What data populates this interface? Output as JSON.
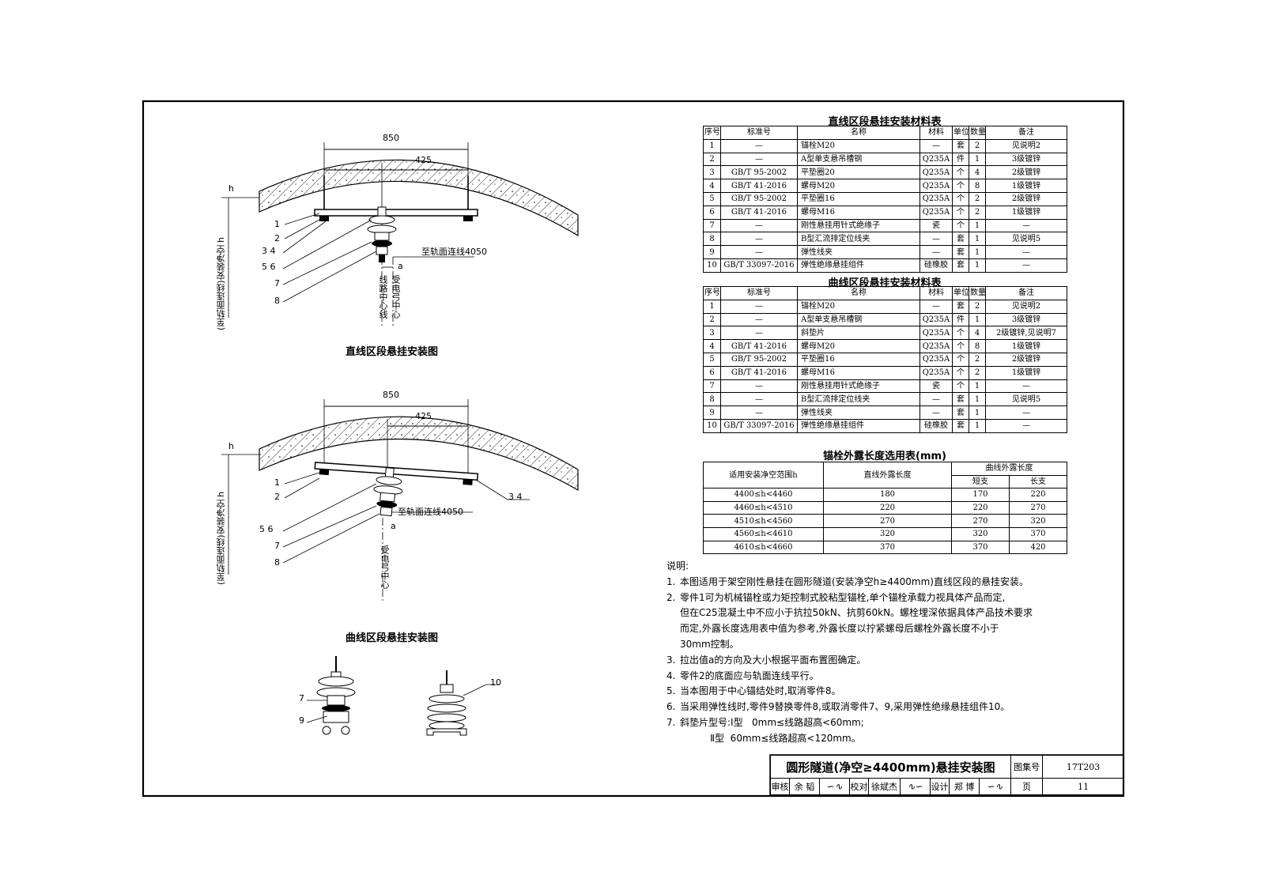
{
  "straight_table": {
    "title": "直线区段悬挂安装材料表",
    "headers": [
      "序号",
      "标准号",
      "名称",
      "材料",
      "单位",
      "数量",
      "备注"
    ],
    "rows": [
      [
        "1",
        "—",
        "锚栓M20",
        "—",
        "套",
        "2",
        "见说明2"
      ],
      [
        "2",
        "—",
        "A型单支悬吊槽钢",
        "Q235A",
        "件",
        "1",
        "3级镀锌"
      ],
      [
        "3",
        "GB/T 95-2002",
        "平垫圈20",
        "Q235A",
        "个",
        "4",
        "2级镀锌"
      ],
      [
        "4",
        "GB/T 41-2016",
        "螺母M20",
        "Q235A",
        "个",
        "8",
        "1级镀锌"
      ],
      [
        "5",
        "GB/T 95-2002",
        "平垫圈16",
        "Q235A",
        "个",
        "2",
        "2级镀锌"
      ],
      [
        "6",
        "GB/T 41-2016",
        "螺母M16",
        "Q235A",
        "个",
        "2",
        "1级镀锌"
      ],
      [
        "7",
        "—",
        "刚性悬挂用针式绝缘子",
        "瓷",
        "个",
        "1",
        "—"
      ],
      [
        "8",
        "—",
        "B型汇流排定位线夹",
        "—",
        "套",
        "1",
        "见说明5"
      ],
      [
        "9",
        "—",
        "弹性线夹",
        "—",
        "套",
        "1",
        "—"
      ],
      [
        "10",
        "GB/T 33097-2016",
        "弹性绝缘悬挂组件",
        "硅橡胶",
        "套",
        "1",
        "—"
      ]
    ]
  },
  "curve_table": {
    "title": "曲线区段悬挂安装材料表",
    "headers": [
      "序号",
      "标准号",
      "名称",
      "材料",
      "单位",
      "数量",
      "备注"
    ],
    "rows": [
      [
        "1",
        "—",
        "锚栓M20",
        "—",
        "套",
        "2",
        "见说明2"
      ],
      [
        "2",
        "—",
        "A型单支悬吊槽钢",
        "Q235A",
        "件",
        "1",
        "3级镀锌"
      ],
      [
        "3",
        "—",
        "斜垫片",
        "Q235A",
        "个",
        "4",
        "2级镀锌,见说明7"
      ],
      [
        "4",
        "GB/T 41-2016",
        "螺母M20",
        "Q235A",
        "个",
        "8",
        "1级镀锌"
      ],
      [
        "5",
        "GB/T 95-2002",
        "平垫圈16",
        "Q235A",
        "个",
        "2",
        "2级镀锌"
      ],
      [
        "6",
        "GB/T 41-2016",
        "螺母M16",
        "Q235A",
        "个",
        "2",
        "1级镀锌"
      ],
      [
        "7",
        "—",
        "刚性悬挂用针式绝缘子",
        "瓷",
        "个",
        "1",
        "—"
      ],
      [
        "8",
        "—",
        "B型汇流排定位线夹",
        "—",
        "套",
        "1",
        "见说明5"
      ],
      [
        "9",
        "—",
        "弹性线夹",
        "—",
        "套",
        "1",
        "—"
      ],
      [
        "10",
        "GB/T 33097-2016",
        "弹性绝缘悬挂组件",
        "硅橡胶",
        "套",
        "1",
        "—"
      ]
    ]
  },
  "anchor_table": {
    "title": "锚栓外露长度选用表(mm)",
    "h_range": "适用安装净空范围h",
    "h_straight": "直线外露长度",
    "h_curve": "曲线外露长度",
    "h_short": "短支",
    "h_long": "长支",
    "rows": [
      [
        "4400≤h<4460",
        "180",
        "170",
        "220"
      ],
      [
        "4460≤h<4510",
        "220",
        "220",
        "270"
      ],
      [
        "4510≤h<4560",
        "270",
        "270",
        "320"
      ],
      [
        "4560≤h<4610",
        "320",
        "320",
        "370"
      ],
      [
        "4610≤h<4660",
        "370",
        "370",
        "420"
      ]
    ]
  },
  "notes": {
    "heading": "说明:",
    "items": [
      {
        "num": "1.",
        "text": "本图适用于架空刚性悬挂在圆形隧道(安装净空h≥4400mm)直线区段的悬挂安装。"
      },
      {
        "num": "2.",
        "text": "零件1可为机械锚栓或力矩控制式胶粘型锚栓,单个锚栓承载力视具体产品而定,"
      },
      {
        "num": "",
        "text": "但在C25混凝土中不应小于抗拉50kN、抗剪60kN。螺栓埋深依据具体产品技术要求"
      },
      {
        "num": "",
        "text": "而定,外露长度选用表中值为参考,外露长度以拧紧螺母后螺栓外露长度不小于"
      },
      {
        "num": "",
        "text": "30mm控制。"
      },
      {
        "num": "3.",
        "text": "拉出值a的方向及大小根据平面布置图确定。"
      },
      {
        "num": "4.",
        "text": "零件2的底面应与轨面连线平行。"
      },
      {
        "num": "5.",
        "text": "当本图用于中心锚结处时,取消零件8。"
      },
      {
        "num": "6.",
        "text": "当采用弹性线时,零件9替换零件8,或取消零件7、9,采用弹性绝缘悬挂组件10。"
      },
      {
        "num": "7.",
        "text": "斜垫片型号:Ⅰ型   0mm≤线路超高<60mm;"
      },
      {
        "num": "",
        "text": "          Ⅱ型  60mm≤线路超高<120mm。"
      }
    ]
  },
  "title_block": {
    "title": "圆形隧道(净空≥4400mm)悬挂安装图",
    "atlas_label": "图集号",
    "atlas_no": "17T203",
    "review_label": "审核",
    "reviewer": "余 韬",
    "check_label": "校对",
    "checker": "徐斌杰",
    "design_label": "设计",
    "designer": "郑 博",
    "page_label": "页",
    "page_no": "11"
  },
  "drawings": {
    "straight": {
      "caption": "直线区段悬挂安装图",
      "dim_total": "850",
      "dim_half": "425",
      "to_rail": "至轨面连线4050",
      "side_label": "(至轨面连线)安装净空 h",
      "center_label_1": "线路中心线",
      "center_label_2": "受电弓中心",
      "pull_a": "a",
      "h": "h"
    },
    "curve": {
      "caption": "曲线区段悬挂安装图",
      "dim_total": "850",
      "dim_half": "425",
      "to_rail": "至轨面连线4050",
      "side_label": "(至轨面连线)安装净空 h",
      "center_label": "受电弓中心",
      "pull_a": "a",
      "h": "h"
    },
    "tags_straight": [
      "1",
      "2",
      "3  4",
      "5  6",
      "7",
      "8"
    ],
    "tags_curve": [
      "1",
      "2",
      "3  4",
      "5  6",
      "7",
      "8"
    ],
    "tags_detail": [
      "7",
      "9",
      "10"
    ]
  }
}
